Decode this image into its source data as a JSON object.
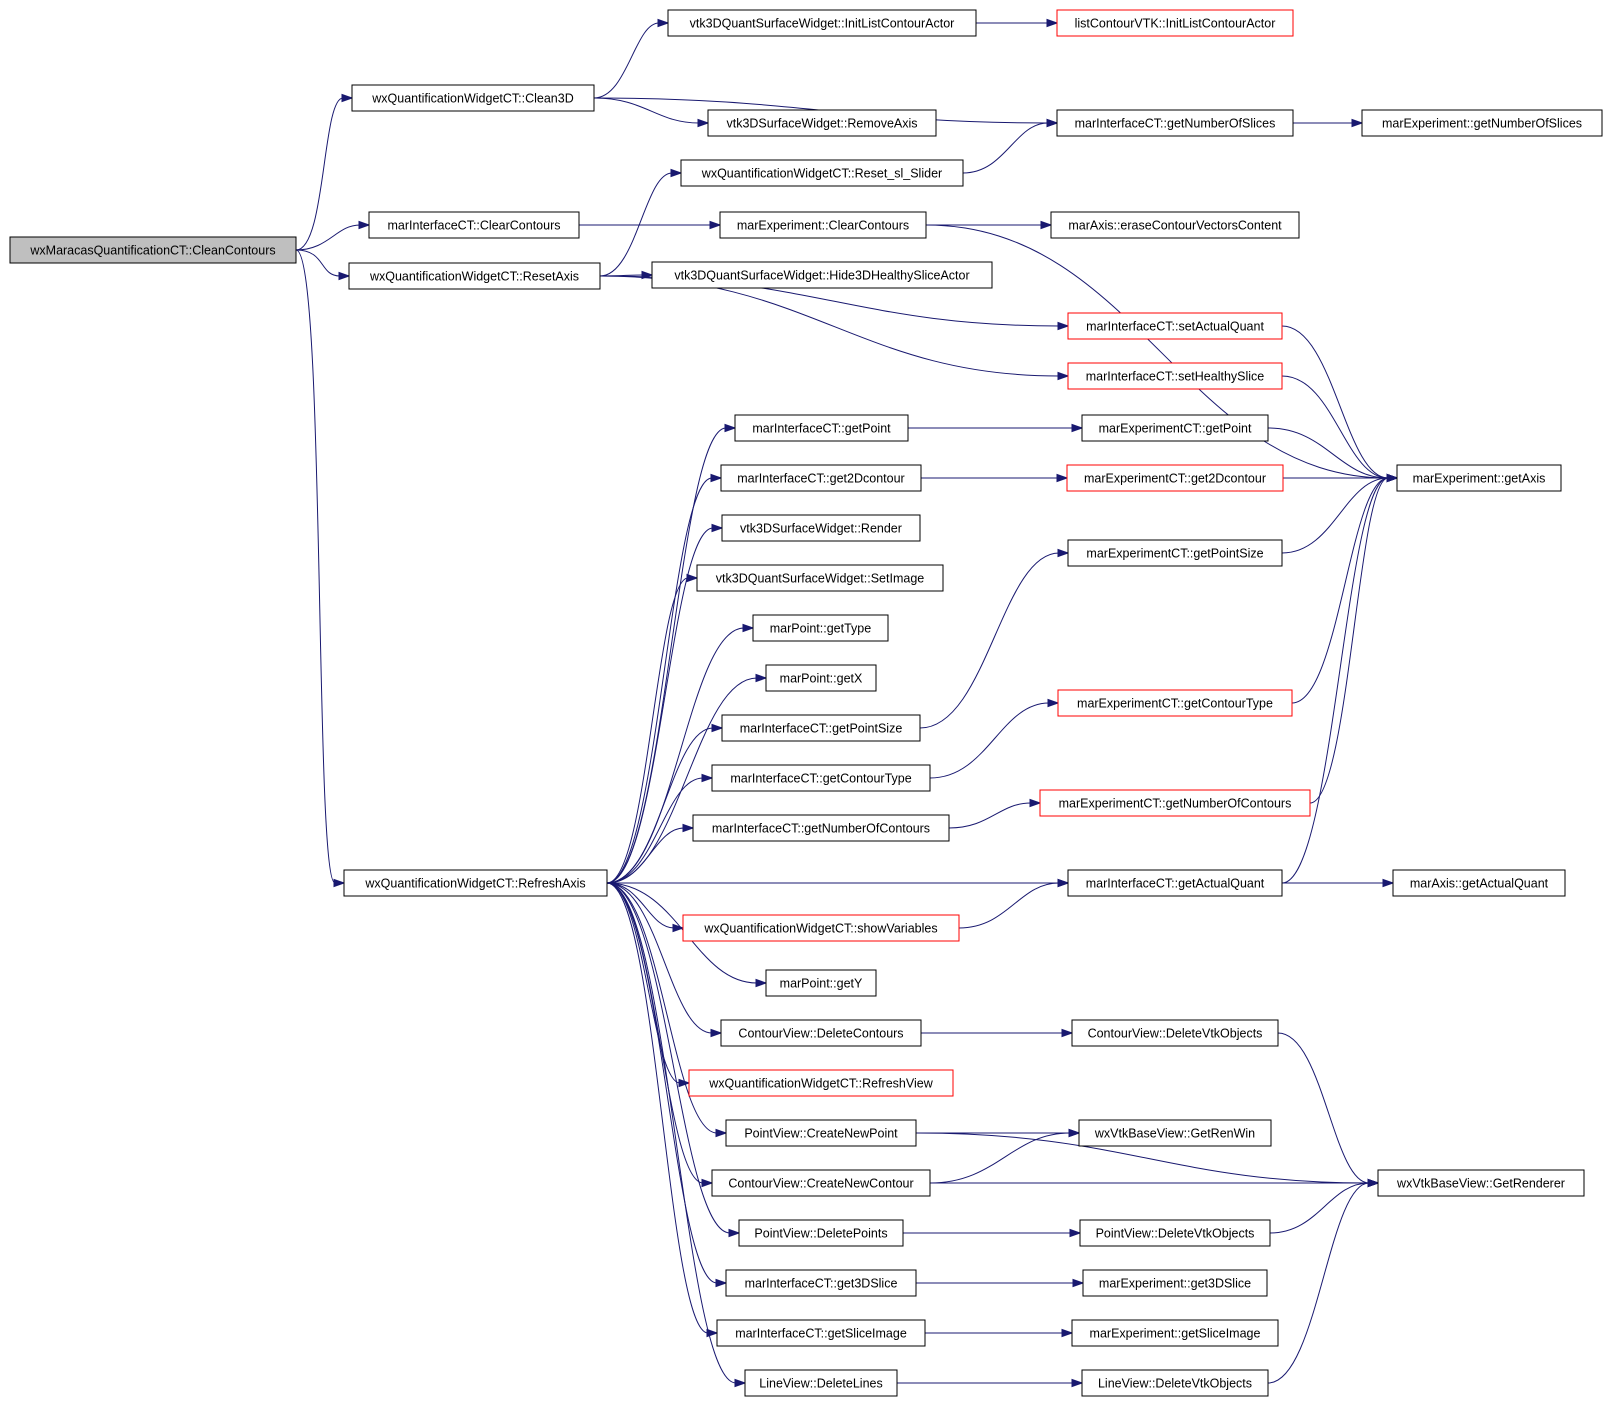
{
  "colors": {
    "edge": "#191970",
    "node_border": "#000000",
    "node_border_truncated": "#ff0000",
    "root_fill": "#bfbfbf",
    "node_fill": "#ffffff"
  },
  "nodes": [
    {
      "id": "n0",
      "label": "wxMaracasQuantificationCT::CleanContours",
      "root": true
    },
    {
      "id": "n1",
      "label": "wxQuantificationWidgetCT::Clean3D"
    },
    {
      "id": "n2",
      "label": "marInterfaceCT::ClearContours"
    },
    {
      "id": "n3",
      "label": "wxQuantificationWidgetCT::ResetAxis"
    },
    {
      "id": "n4",
      "label": "wxQuantificationWidgetCT::RefreshAxis"
    },
    {
      "id": "n5",
      "label": "vtk3DQuantSurfaceWidget::InitListContourActor"
    },
    {
      "id": "n6",
      "label": "vtk3DSurfaceWidget::RemoveAxis"
    },
    {
      "id": "n7",
      "label": "wxQuantificationWidgetCT::Reset_sl_Slider"
    },
    {
      "id": "n8",
      "label": "marExperiment::ClearContours"
    },
    {
      "id": "n9",
      "label": "vtk3DQuantSurfaceWidget::Hide3DHealthySliceActor"
    },
    {
      "id": "n10",
      "label": "marInterfaceCT::getPoint"
    },
    {
      "id": "n11",
      "label": "marInterfaceCT::get2Dcontour"
    },
    {
      "id": "n12",
      "label": "vtk3DSurfaceWidget::Render"
    },
    {
      "id": "n13",
      "label": "vtk3DQuantSurfaceWidget::SetImage"
    },
    {
      "id": "n14",
      "label": "marPoint::getType"
    },
    {
      "id": "n15",
      "label": "marPoint::getX"
    },
    {
      "id": "n16",
      "label": "marInterfaceCT::getPointSize"
    },
    {
      "id": "n17",
      "label": "marInterfaceCT::getContourType"
    },
    {
      "id": "n18",
      "label": "marInterfaceCT::getNumberOfContours"
    },
    {
      "id": "n19",
      "label": "wxQuantificationWidgetCT::showVariables",
      "truncated": true
    },
    {
      "id": "n20",
      "label": "marPoint::getY"
    },
    {
      "id": "n21",
      "label": "ContourView::DeleteContours"
    },
    {
      "id": "n22",
      "label": "wxQuantificationWidgetCT::RefreshView",
      "truncated": true
    },
    {
      "id": "n23",
      "label": "PointView::CreateNewPoint"
    },
    {
      "id": "n24",
      "label": "ContourView::CreateNewContour"
    },
    {
      "id": "n25",
      "label": "PointView::DeletePoints"
    },
    {
      "id": "n26",
      "label": "marInterfaceCT::get3DSlice"
    },
    {
      "id": "n27",
      "label": "marInterfaceCT::getSliceImage"
    },
    {
      "id": "n28",
      "label": "LineView::DeleteLines"
    },
    {
      "id": "n29",
      "label": "listContourVTK::InitListContourActor",
      "truncated": true
    },
    {
      "id": "n30",
      "label": "marInterfaceCT::getNumberOfSlices"
    },
    {
      "id": "n31",
      "label": "marAxis::eraseContourVectorsContent"
    },
    {
      "id": "n32",
      "label": "marInterfaceCT::setActualQuant",
      "truncated": true
    },
    {
      "id": "n33",
      "label": "marInterfaceCT::setHealthySlice",
      "truncated": true
    },
    {
      "id": "n34",
      "label": "marExperimentCT::getPoint"
    },
    {
      "id": "n35",
      "label": "marExperimentCT::get2Dcontour",
      "truncated": true
    },
    {
      "id": "n36",
      "label": "marExperimentCT::getPointSize"
    },
    {
      "id": "n37",
      "label": "marExperimentCT::getContourType",
      "truncated": true
    },
    {
      "id": "n38",
      "label": "marExperimentCT::getNumberOfContours",
      "truncated": true
    },
    {
      "id": "n39",
      "label": "marInterfaceCT::getActualQuant"
    },
    {
      "id": "n40",
      "label": "ContourView::DeleteVtkObjects"
    },
    {
      "id": "n41",
      "label": "wxVtkBaseView::GetRenWin"
    },
    {
      "id": "n42",
      "label": "PointView::DeleteVtkObjects"
    },
    {
      "id": "n43",
      "label": "marExperiment::get3DSlice"
    },
    {
      "id": "n44",
      "label": "marExperiment::getSliceImage"
    },
    {
      "id": "n45",
      "label": "LineView::DeleteVtkObjects"
    },
    {
      "id": "n46",
      "label": "marExperiment::getNumberOfSlices"
    },
    {
      "id": "n47",
      "label": "marExperiment::getAxis"
    },
    {
      "id": "n48",
      "label": "marAxis::getActualQuant"
    },
    {
      "id": "n49",
      "label": "wxVtkBaseView::GetRenderer"
    }
  ],
  "edges": [
    [
      "n0",
      "n1"
    ],
    [
      "n0",
      "n2"
    ],
    [
      "n0",
      "n3"
    ],
    [
      "n0",
      "n4"
    ],
    [
      "n1",
      "n5"
    ],
    [
      "n1",
      "n6"
    ],
    [
      "n1",
      "n30"
    ],
    [
      "n2",
      "n8"
    ],
    [
      "n3",
      "n7"
    ],
    [
      "n3",
      "n9"
    ],
    [
      "n3",
      "n32"
    ],
    [
      "n3",
      "n33"
    ],
    [
      "n4",
      "n10"
    ],
    [
      "n4",
      "n11"
    ],
    [
      "n4",
      "n12"
    ],
    [
      "n4",
      "n13"
    ],
    [
      "n4",
      "n14"
    ],
    [
      "n4",
      "n15"
    ],
    [
      "n4",
      "n16"
    ],
    [
      "n4",
      "n17"
    ],
    [
      "n4",
      "n18"
    ],
    [
      "n4",
      "n39"
    ],
    [
      "n4",
      "n19"
    ],
    [
      "n4",
      "n20"
    ],
    [
      "n4",
      "n21"
    ],
    [
      "n4",
      "n22"
    ],
    [
      "n4",
      "n23"
    ],
    [
      "n4",
      "n24"
    ],
    [
      "n4",
      "n25"
    ],
    [
      "n4",
      "n26"
    ],
    [
      "n4",
      "n27"
    ],
    [
      "n4",
      "n28"
    ],
    [
      "n5",
      "n29"
    ],
    [
      "n7",
      "n30"
    ],
    [
      "n8",
      "n31"
    ],
    [
      "n8",
      "n47"
    ],
    [
      "n10",
      "n34"
    ],
    [
      "n11",
      "n35"
    ],
    [
      "n16",
      "n36"
    ],
    [
      "n17",
      "n37"
    ],
    [
      "n18",
      "n38"
    ],
    [
      "n19",
      "n39"
    ],
    [
      "n21",
      "n40"
    ],
    [
      "n23",
      "n41"
    ],
    [
      "n23",
      "n49"
    ],
    [
      "n24",
      "n41"
    ],
    [
      "n24",
      "n49"
    ],
    [
      "n25",
      "n42"
    ],
    [
      "n26",
      "n43"
    ],
    [
      "n27",
      "n44"
    ],
    [
      "n28",
      "n45"
    ],
    [
      "n30",
      "n46"
    ],
    [
      "n32",
      "n47"
    ],
    [
      "n33",
      "n47"
    ],
    [
      "n34",
      "n47"
    ],
    [
      "n35",
      "n47"
    ],
    [
      "n36",
      "n47"
    ],
    [
      "n37",
      "n47"
    ],
    [
      "n38",
      "n47"
    ],
    [
      "n39",
      "n47"
    ],
    [
      "n39",
      "n48"
    ],
    [
      "n40",
      "n49"
    ],
    [
      "n42",
      "n49"
    ],
    [
      "n45",
      "n49"
    ]
  ]
}
